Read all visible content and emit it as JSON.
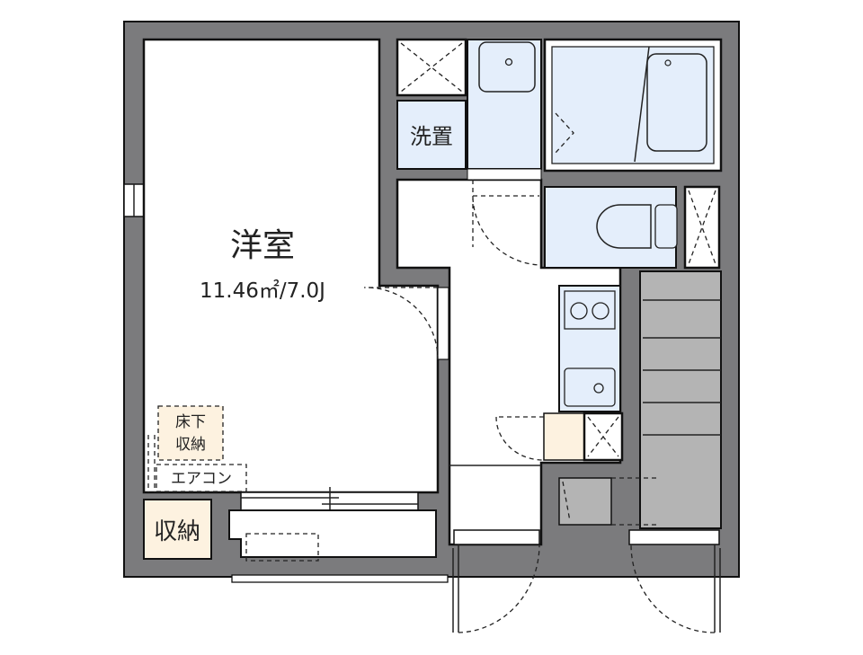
{
  "rooms": {
    "western_room": {
      "name": "洋室",
      "area": "11.46㎡/7.0J"
    },
    "washer": {
      "name": "洗置"
    },
    "underfloor_storage": {
      "line1": "床下",
      "line2": "収納"
    },
    "aircon": {
      "name": "エアコン"
    },
    "storage": {
      "name": "収納"
    }
  },
  "colors": {
    "wall": "#7b7b7d",
    "wet_area": "#e4eefb",
    "storage": "#fdf2e0",
    "stairs": "#b4b4b4"
  }
}
